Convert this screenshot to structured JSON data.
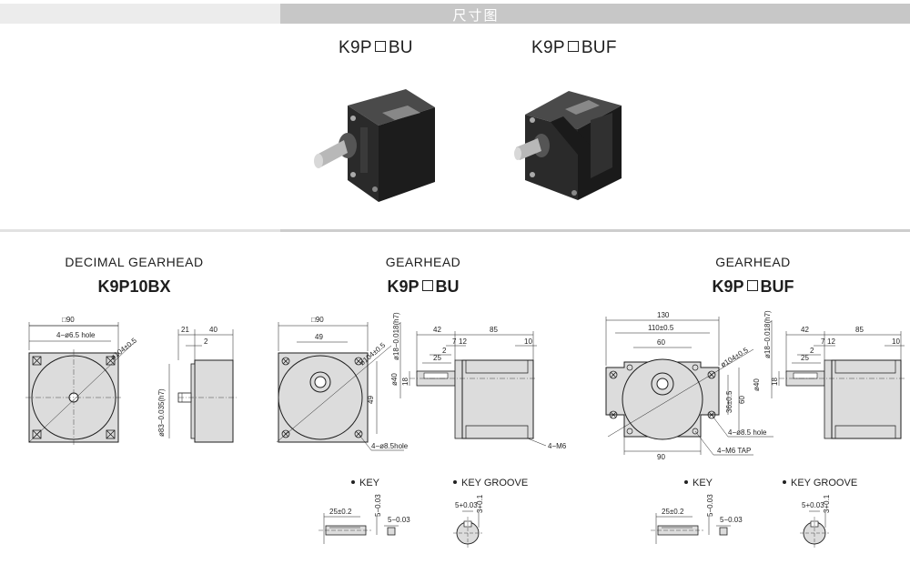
{
  "header": {
    "title": "尺寸图"
  },
  "photos": {
    "left": {
      "prefix": "K9P",
      "suffix": "BU"
    },
    "right": {
      "prefix": "K9P",
      "suffix": "BUF"
    }
  },
  "drawings": [
    {
      "heading": "DECIMAL GEARHEAD",
      "model": "K9P10BX"
    },
    {
      "heading": "GEARHEAD",
      "model_prefix": "K9P",
      "model_suffix": "BU"
    },
    {
      "heading": "GEARHEAD",
      "model_prefix": "K9P",
      "model_suffix": "BUF"
    }
  ],
  "dims_bx": {
    "square": "□90",
    "hole": "4−ø6.5 hole",
    "pcd": "ø104±0.5",
    "d21": "21",
    "d40": "40",
    "d2": "2",
    "spigot": "ø83−0.035(h7)"
  },
  "dims_bu": {
    "square": "□90",
    "d49a": "49",
    "pcd": "ø104±0.5",
    "d49b": "49",
    "hole": "4−ø8.5hole",
    "shaft": "ø18−0.018(h7)",
    "d42": "42",
    "d85": "85",
    "d7": "7",
    "d12": "12",
    "d2": "2",
    "d25": "25",
    "d10": "10",
    "d40": "ø40",
    "d18": "18",
    "tap": "4−M6"
  },
  "dims_buf": {
    "d130": "130",
    "d110": "110±0.5",
    "d60a": "60",
    "pcd": "ø104±0.5",
    "d36": "36±0.5",
    "d60b": "60",
    "hole": "4−ø8.5 hole",
    "tap": "4−M6 TAP",
    "d90": "90",
    "shaft": "ø18−0.018(h7)",
    "d42": "42",
    "d85": "85",
    "d7": "7",
    "d12": "12",
    "d2": "2",
    "d25": "25",
    "d10": "10",
    "d40": "ø40",
    "d18": "18"
  },
  "details": {
    "key": "KEY",
    "key_groove": "KEY GROOVE",
    "key_len": "25±0.2",
    "key_h": "5−0.03",
    "key_w": "5−0.03",
    "groove_w": "5+0.03",
    "groove_d": "3+0.1"
  }
}
